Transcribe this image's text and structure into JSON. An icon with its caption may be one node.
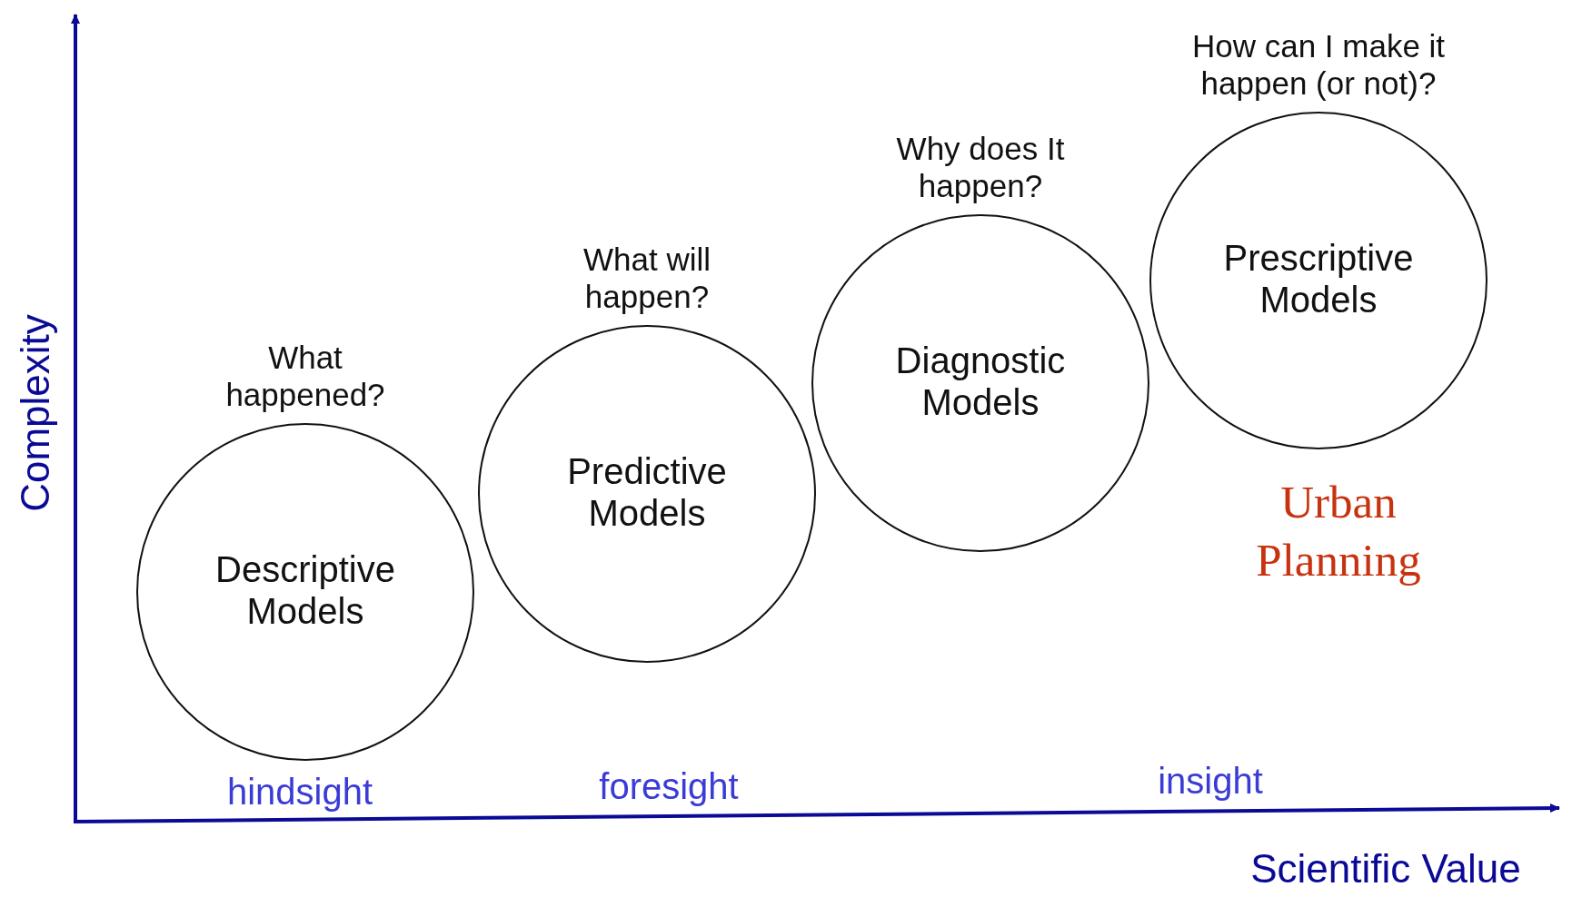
{
  "diagram": {
    "nodes": [
      {
        "text": [
          "Descriptive Models"
        ],
        "beside": [
          "What happened?"
        ]
      },
      {
        "text": [
          "Predictive Models"
        ],
        "beside": [
          "What will happen?"
        ]
      },
      {
        "text": [
          "Diagnostic Models"
        ],
        "beside": [
          "Why does It happen?"
        ]
      },
      {
        "text": [
          "Prescriptive Models"
        ],
        "beside": [
          "How can I make it happen (or not)?"
        ]
      }
    ],
    "labels": [
      "Complexity",
      "hindsight",
      "foresight",
      "insight",
      "Urban Planning",
      "Scientific Value"
    ]
  }
}
